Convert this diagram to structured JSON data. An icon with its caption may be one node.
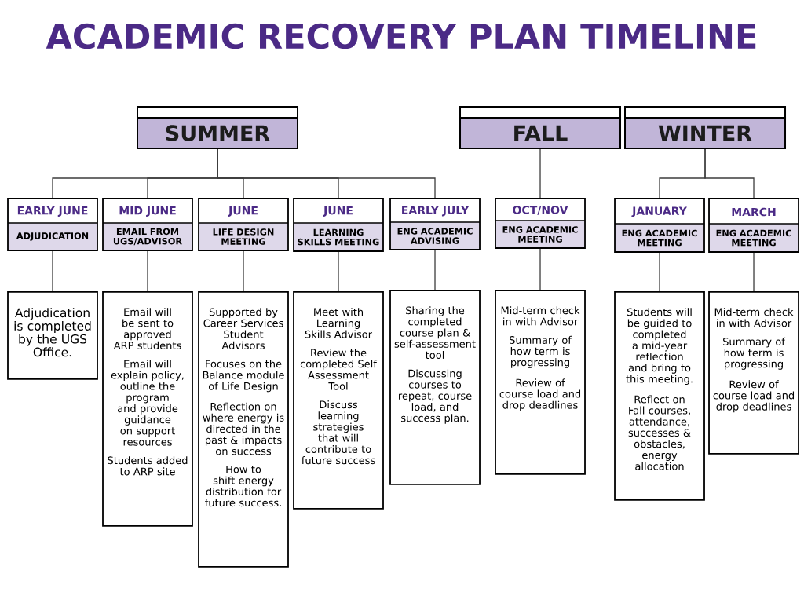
{
  "diagram": {
    "title": "ACADEMIC RECOVERY PLAN TIMELINE",
    "nodes": [
      {
        "text": [
          "SUMMER"
        ]
      },
      {
        "text": [
          "FALL"
        ]
      },
      {
        "text": [
          "WINTER"
        ]
      },
      {
        "text": [
          "EARLY JUNE",
          "ADJUDICATION"
        ]
      },
      {
        "text": [
          "MID JUNE",
          "EMAIL FROM UGS/ADVISOR"
        ]
      },
      {
        "text": [
          "JUNE",
          "LIFE DESIGN MEETING"
        ]
      },
      {
        "text": [
          "JUNE",
          "LEARNING SKILLS MEETING"
        ]
      },
      {
        "text": [
          "EARLY JULY",
          "ENG ACADEMIC ADVISING"
        ]
      },
      {
        "text": [
          "OCT/NOV",
          "ENG ACADEMIC MEETING"
        ]
      },
      {
        "text": [
          "JANUARY",
          "ENG ACADEMIC MEETING"
        ]
      },
      {
        "text": [
          "MARCH",
          "ENG ACADEMIC MEETING"
        ]
      },
      {
        "text": [
          "Adjudication is completed by the UGS Office."
        ]
      },
      {
        "text": [
          "Email will be sent to approved ARP students",
          "Email will explain policy, outline the program and provide guidance on support resources",
          "Students added to ARP site"
        ]
      },
      {
        "text": [
          "Supported by Career Services Student Advisors",
          "Focuses on the Balance module of Life Design",
          "Reflection on where energy is directed in the past & impacts on success",
          "How to shift energy distribution for future success."
        ]
      },
      {
        "text": [
          "Meet with Learning Skills Advisor",
          "Review the completed Self Assessment Tool",
          "Discuss learning strategies that will contribute to future success"
        ]
      },
      {
        "text": [
          "Sharing the completed course plan & self-assessment tool",
          "Discussing courses to repeat, course load, and success plan."
        ]
      },
      {
        "text": [
          "Mid-term check in with Advisor",
          "Summary of how term is progressing",
          "Review of course load and drop deadlines"
        ]
      },
      {
        "text": [
          "Students will be guided to completed a mid-year reflection and bring to this meeting.",
          "Reflect on Fall courses, attendance, successes & obstacles, energy allocation"
        ]
      },
      {
        "text": [
          "Mid-term check in with Advisor",
          "Summary of how term is progressing",
          "Review of course load and drop deadlines"
        ]
      }
    ],
    "edges": [
      {
        "from": 0,
        "to": 3,
        "arrow": "none"
      },
      {
        "from": 0,
        "to": 4,
        "arrow": "none"
      },
      {
        "from": 0,
        "to": 5,
        "arrow": "none"
      },
      {
        "from": 0,
        "to": 6,
        "arrow": "none"
      },
      {
        "from": 0,
        "to": 7,
        "arrow": "none"
      },
      {
        "from": 1,
        "to": 8,
        "arrow": "none"
      },
      {
        "from": 2,
        "to": 9,
        "arrow": "none"
      },
      {
        "from": 2,
        "to": 10,
        "arrow": "none"
      },
      {
        "from": 3,
        "to": 11,
        "arrow": "none"
      },
      {
        "from": 4,
        "to": 12,
        "arrow": "none"
      },
      {
        "from": 5,
        "to": 13,
        "arrow": "none"
      },
      {
        "from": 6,
        "to": 14,
        "arrow": "none"
      },
      {
        "from": 7,
        "to": 15,
        "arrow": "none"
      },
      {
        "from": 8,
        "to": 16,
        "arrow": "none"
      },
      {
        "from": 9,
        "to": 17,
        "arrow": "none"
      },
      {
        "from": 10,
        "to": 18,
        "arrow": "none"
      }
    ]
  }
}
